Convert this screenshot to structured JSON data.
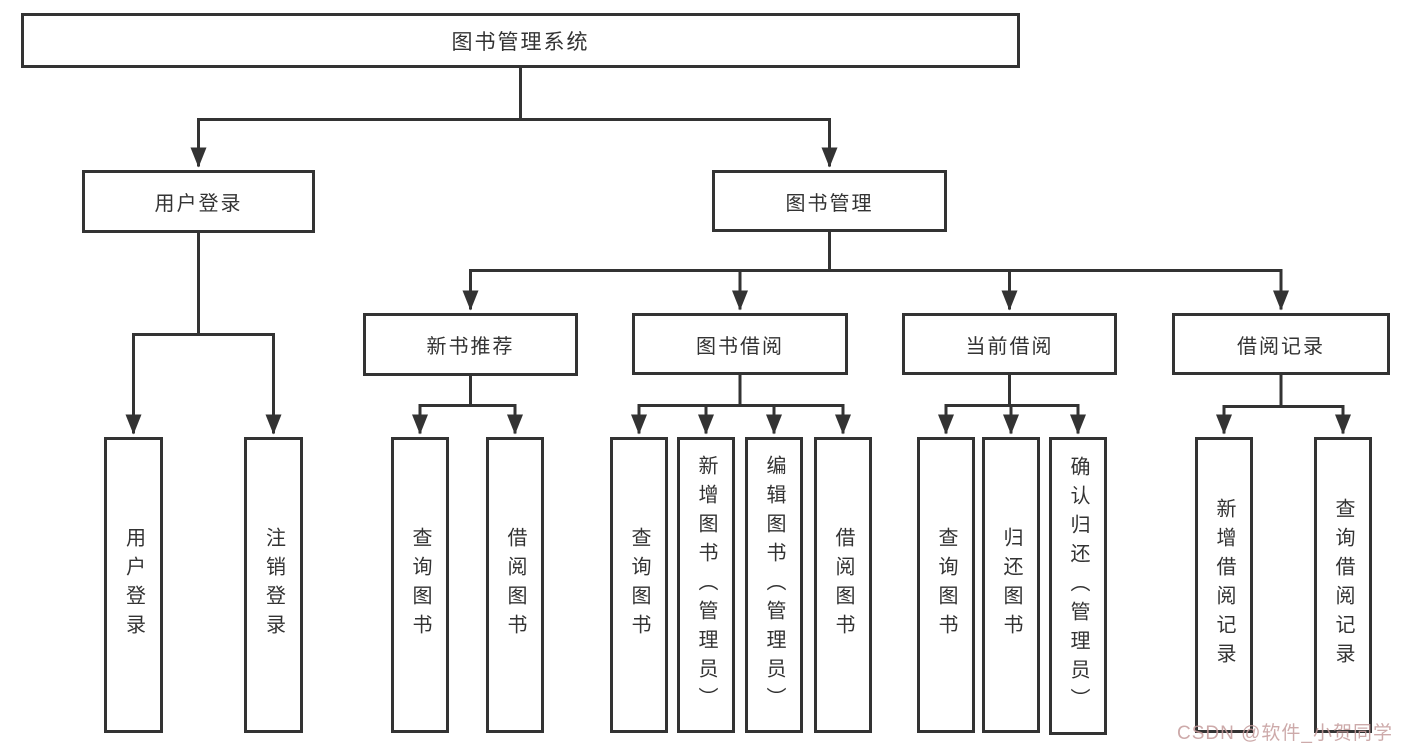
{
  "diagram": {
    "title": "图书管理系统",
    "line_color": "#333333",
    "box_border_color": "#333333",
    "box_fill_color": "#ffffff",
    "text_color": "#333333",
    "root": {
      "label": "图书管理系统",
      "children": [
        {
          "label": "用户登录",
          "children": [
            {
              "label": "用户登录"
            },
            {
              "label": "注销登录"
            }
          ]
        },
        {
          "label": "图书管理",
          "children": [
            {
              "label": "新书推荐",
              "children": [
                {
                  "label": "查询图书"
                },
                {
                  "label": "借阅图书"
                }
              ]
            },
            {
              "label": "图书借阅",
              "children": [
                {
                  "label": "查询图书"
                },
                {
                  "label": "新增图书（管理员）"
                },
                {
                  "label": "编辑图书（管理员）"
                },
                {
                  "label": "借阅图书"
                }
              ]
            },
            {
              "label": "当前借阅",
              "children": [
                {
                  "label": "查询图书"
                },
                {
                  "label": "归还图书"
                },
                {
                  "label": "确认归还（管理员）"
                }
              ]
            },
            {
              "label": "借阅记录",
              "children": [
                {
                  "label": "新增借阅记录"
                },
                {
                  "label": "查询借阅记录"
                }
              ]
            }
          ]
        }
      ]
    }
  },
  "watermark": {
    "text": "CSDN @软件_小贺同学",
    "color": "#c59c9c"
  }
}
